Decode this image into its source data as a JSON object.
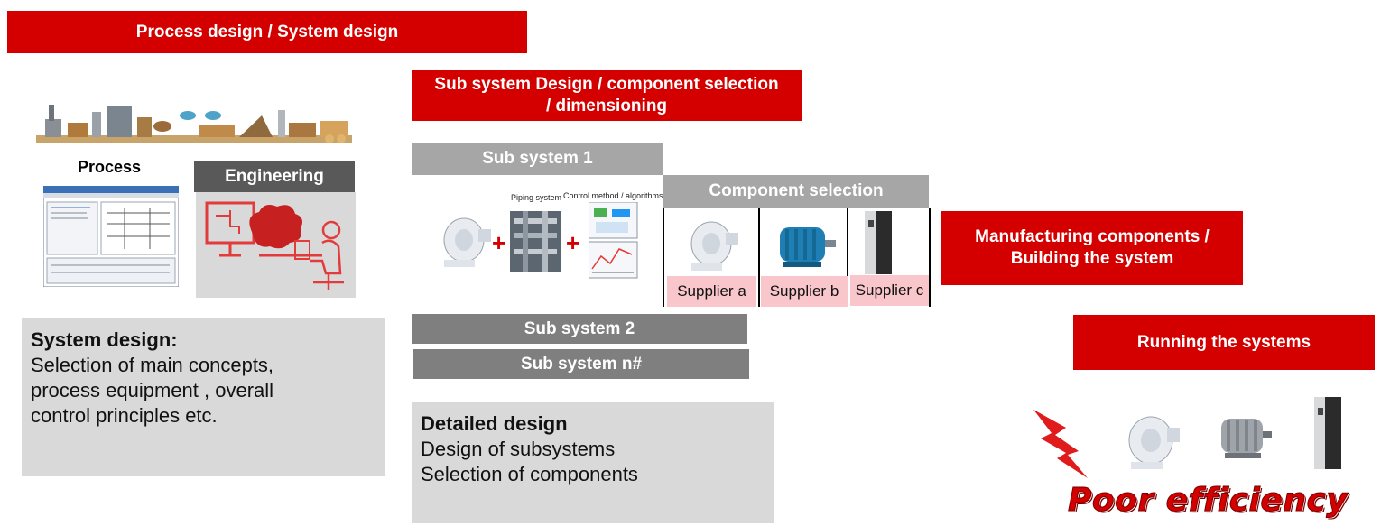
{
  "process_design": {
    "title": "Process design / System design"
  },
  "plant": {
    "process_label": "Process",
    "engineering_label": "Engineering"
  },
  "system_design_box": {
    "heading": "System design:",
    "lines": [
      "Selection of main concepts,",
      "process equipment , overall",
      "control principles etc."
    ]
  },
  "subsystem_design": {
    "title_line1": "Sub system Design / component selection",
    "title_line2": "/ dimensioning"
  },
  "subsystem1": {
    "title": "Sub system 1",
    "piping_label": "Piping system",
    "control_label": "Control method / algorithms"
  },
  "component_selection": {
    "title": "Component selection",
    "suppliers": [
      "Supplier a",
      "Supplier b",
      "Supplier c"
    ]
  },
  "subsystem2": {
    "title": "Sub system 2"
  },
  "subsystemn": {
    "title": "Sub system n#"
  },
  "detailed_design_box": {
    "heading": "Detailed design",
    "lines": [
      "Design of subsystems",
      "Selection of components"
    ]
  },
  "manufacturing": {
    "title_line1": "Manufacturing components /",
    "title_line2": "Building the system"
  },
  "running": {
    "title": "Running the systems"
  },
  "poor_efficiency": {
    "text": "Poor efficiency"
  },
  "colors": {
    "abb_red": "#d40000",
    "grey_bar": "#a6a6a6",
    "dark_bar": "#7f7f7f",
    "box_grey": "#d9d9d9",
    "supplier_pink": "#f8c6cb"
  }
}
